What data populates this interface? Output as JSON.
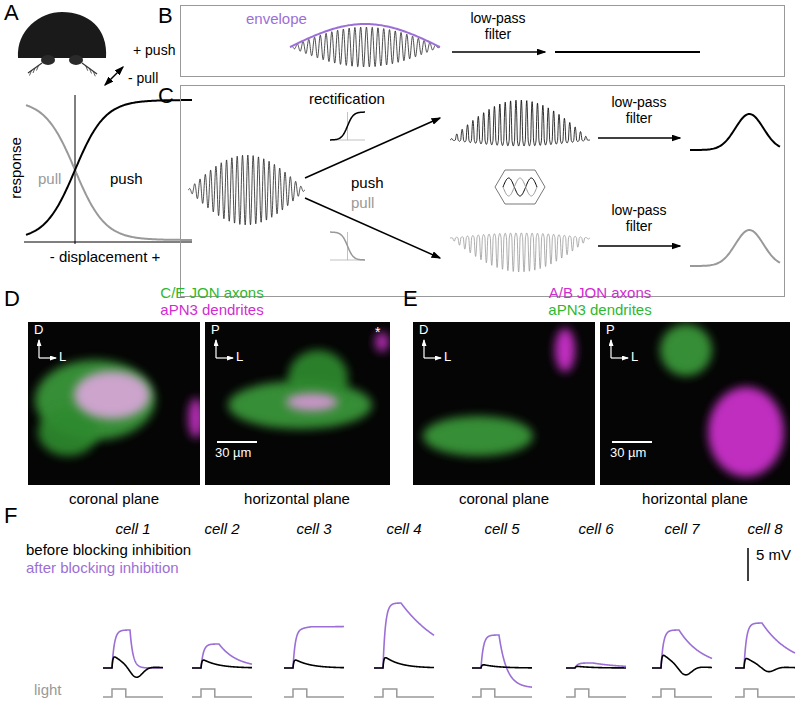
{
  "diagram": {
    "nodes": [
      {
        "text": [
          "envelope",
          "low-pass filter"
        ]
      },
      {
        "text": [
          "rectification",
          "low-pass filter",
          "push",
          "pull",
          "low-pass filter"
        ]
      },
      {
        "text": [
          "D",
          "L"
        ]
      },
      {
        "text": [
          "P",
          "L",
          "*",
          "30 µm"
        ]
      },
      {
        "text": [
          "D",
          "L"
        ]
      },
      {
        "text": [
          "P",
          "L",
          "30 µm"
        ]
      }
    ],
    "labels": [
      "A",
      "+ push",
      "- pull",
      "response",
      "pull",
      "push",
      "- displacement +",
      "B",
      "C",
      "D",
      "C/E JON axons",
      "aPN3 dendrites",
      "coronal plane",
      "horizontal plane",
      "E",
      "A/B JON axons",
      "aPN3 dendrites",
      "coronal plane",
      "horizontal plane",
      "F",
      "cell 1",
      "cell 2",
      "cell 3",
      "cell 4",
      "cell 5",
      "cell 6",
      "cell 7",
      "cell 8",
      "before blocking inhibition",
      "after blocking inhibition",
      "5 mV",
      "light"
    ]
  }
}
